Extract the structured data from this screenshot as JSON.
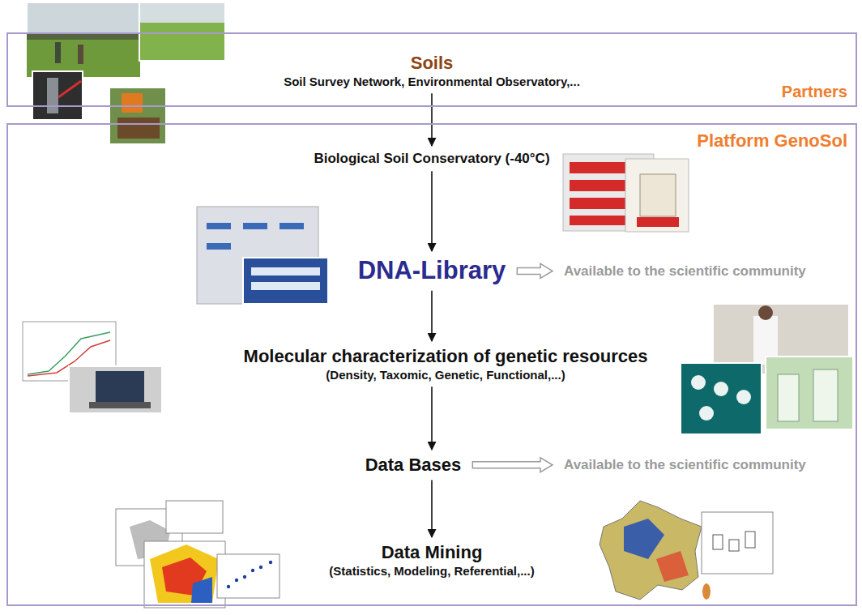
{
  "diagram": {
    "nodes": [
      {
        "text": [
          "Partners"
        ]
      },
      {
        "text": [
          "Soils",
          "Soil Survey Network, Environmental Observatory,..."
        ],
        "in": 0
      },
      {
        "text": [
          "Platform GenoSol"
        ]
      },
      {
        "text": [
          "Biological Soil Conservatory (-40°C)"
        ],
        "in": 2
      },
      {
        "text": [
          "DNA-Library"
        ],
        "in": 2
      },
      {
        "text": [
          "Available to the scientific community"
        ],
        "in": 2
      },
      {
        "text": [
          "Molecular characterization of genetic resources",
          "(Density, Taxomic, Genetic, Functional,...)"
        ],
        "in": 2
      },
      {
        "text": [
          "Data Bases"
        ],
        "in": 2
      },
      {
        "text": [
          "Available to the scientific community"
        ],
        "in": 2
      },
      {
        "text": [
          "Data Mining",
          "(Statistics, Modeling, Referential,...)"
        ],
        "in": 2
      }
    ],
    "edges": [
      {
        "from": 1,
        "to": 3,
        "arrow": "to"
      },
      {
        "from": 3,
        "to": 4,
        "arrow": "to"
      },
      {
        "from": 4,
        "to": 5,
        "arrow": "to"
      },
      {
        "from": 4,
        "to": 6,
        "arrow": "to"
      },
      {
        "from": 6,
        "to": 7,
        "arrow": "to"
      },
      {
        "from": 7,
        "to": 8,
        "arrow": "to"
      },
      {
        "from": 7,
        "to": 9,
        "arrow": "to"
      }
    ]
  }
}
